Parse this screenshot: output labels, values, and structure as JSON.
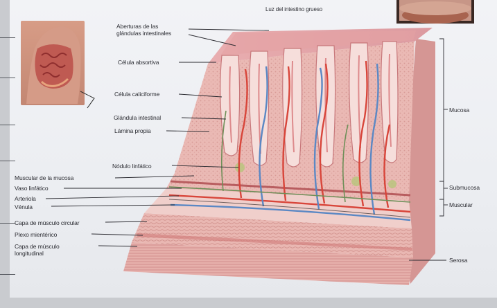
{
  "header": {
    "caption": "Luz del intestino grueso"
  },
  "labels": {
    "aberturas": "Aberturas de las\nglándulas intestinales",
    "celula_absortiva": "Célula absortiva",
    "celula_caliciforme": "Célula caliciforme",
    "glandula_intestinal": "Glándula intestinal",
    "lamina_propia": "Lámina propia",
    "nodulo_linfatico": "Nódulo linfático",
    "muscular_mucosa": "Muscular de la mucosa",
    "vaso_linfatico": "Vaso linfático",
    "arteriola": "Arteriola",
    "venula": "Vénula",
    "capa_circular": "Capa de músculo circular",
    "plexo_mienterico": "Plexo mientérico",
    "capa_longitudinal": "Capa de músculo\nlongitudinal",
    "mucosa": "Mucosa",
    "submucosa": "Submucosa",
    "muscular": "Muscular",
    "serosa": "Serosa"
  },
  "colors": {
    "tissue": "#e8b4b0",
    "tissue_dark": "#c98686",
    "artery": "#d8453a",
    "vein": "#5b88c4",
    "lymph": "#8fae6a"
  }
}
